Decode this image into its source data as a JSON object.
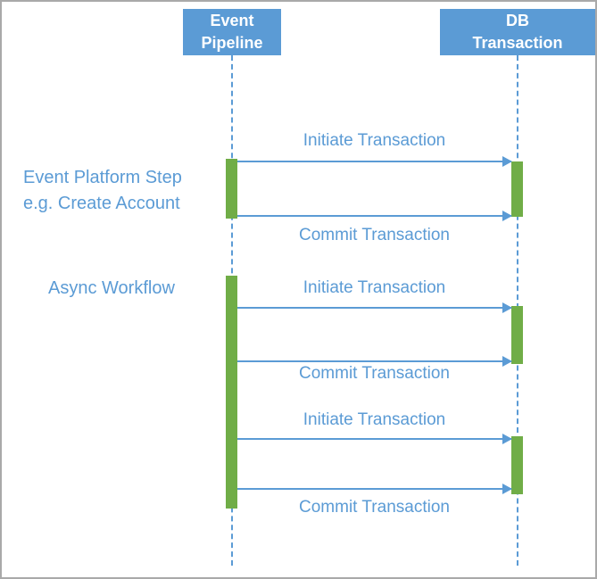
{
  "diagram": {
    "actors": [
      {
        "id": "event-pipeline",
        "line1": "Event",
        "line2": "Pipeline"
      },
      {
        "id": "db-transaction",
        "line1": "DB",
        "line2": "Transaction"
      }
    ],
    "annotations": [
      {
        "line1": "Event Platform Step",
        "line2": "e.g. Create Account"
      },
      {
        "line1": "Async Workflow",
        "line2": ""
      }
    ],
    "messages": [
      {
        "label": "Initiate Transaction"
      },
      {
        "label": "Commit Transaction"
      },
      {
        "label": "Initiate Transaction"
      },
      {
        "label": "Commit Transaction"
      },
      {
        "label": "Initiate Transaction"
      },
      {
        "label": "Commit Transaction"
      }
    ],
    "colors": {
      "actor_fill": "#5B9BD5",
      "actor_text": "#FFFFFF",
      "lifeline": "#5B9BD5",
      "activation_fill": "#70AD47",
      "message_text": "#5B9BD5",
      "arrow": "#5B9BD5",
      "frame_border": "#A9A9A9"
    }
  }
}
